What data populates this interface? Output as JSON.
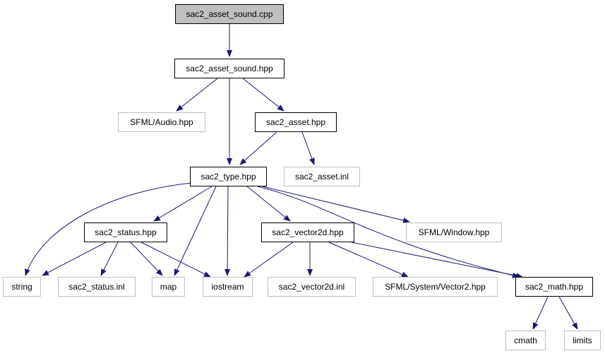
{
  "colors": {
    "edge": "#191970",
    "root_fill": "#bfbfbf",
    "internal_border": "#000000",
    "external_border": "#bfbfbf"
  },
  "nodes": {
    "n_cpp": "sac2_asset_sound.cpp",
    "n_sound_hpp": "sac2_asset_sound.hpp",
    "n_sfml_audio": "SFML/Audio.hpp",
    "n_asset_hpp": "sac2_asset.hpp",
    "n_type_hpp": "sac2_type.hpp",
    "n_asset_inl": "sac2_asset.inl",
    "n_status_hpp": "sac2_status.hpp",
    "n_vector2d_hpp": "sac2_vector2d.hpp",
    "n_sfml_window": "SFML/Window.hpp",
    "n_string": "string",
    "n_status_inl": "sac2_status.inl",
    "n_map": "map",
    "n_iostream": "iostream",
    "n_vector2d_inl": "sac2_vector2d.inl",
    "n_sfml_vector2": "SFML/System/Vector2.hpp",
    "n_math_hpp": "sac2_math.hpp",
    "n_cmath": "cmath",
    "n_limits": "limits"
  }
}
